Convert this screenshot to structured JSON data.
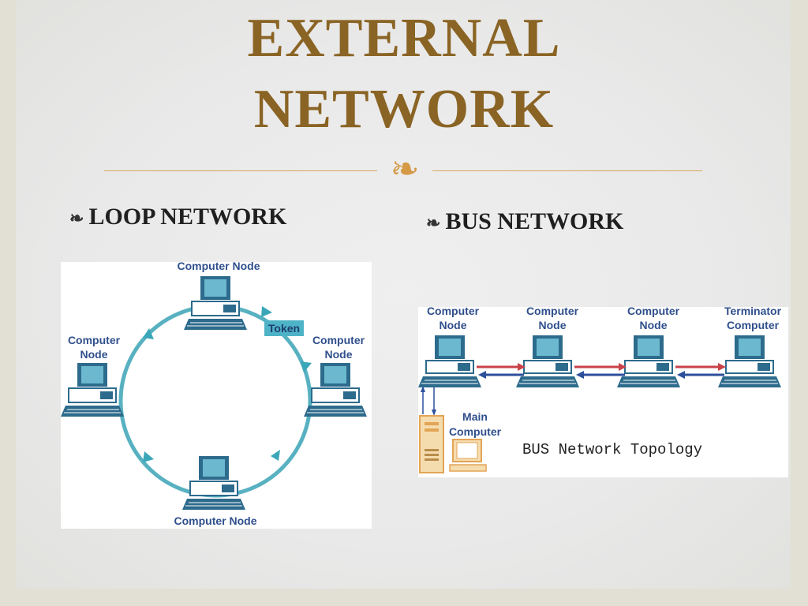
{
  "slide": {
    "title_line1": "EXTERNAL",
    "title_line2": "NETWORK",
    "ornament_icon": "curly-flourish-icon",
    "accent_color": "#8a6424"
  },
  "loop": {
    "bullet_label": "LOOP NETWORK",
    "node_top": "Computer Node",
    "node_bottom": "Computer Node",
    "node_left_line1": "Computer",
    "node_left_line2": "Node",
    "node_right_line1": "Computer",
    "node_right_line2": "Node",
    "token_label": "Token"
  },
  "bus": {
    "bullet_label": "BUS NETWORK",
    "nodes": [
      {
        "line1": "Computer",
        "line2": "Node"
      },
      {
        "line1": "Computer",
        "line2": "Node"
      },
      {
        "line1": "Computer",
        "line2": "Node"
      },
      {
        "line1": "Terminator",
        "line2": "Computer"
      }
    ],
    "main_line1": "Main",
    "main_line2": "Computer",
    "topology_label": "BUS Network Topology"
  }
}
